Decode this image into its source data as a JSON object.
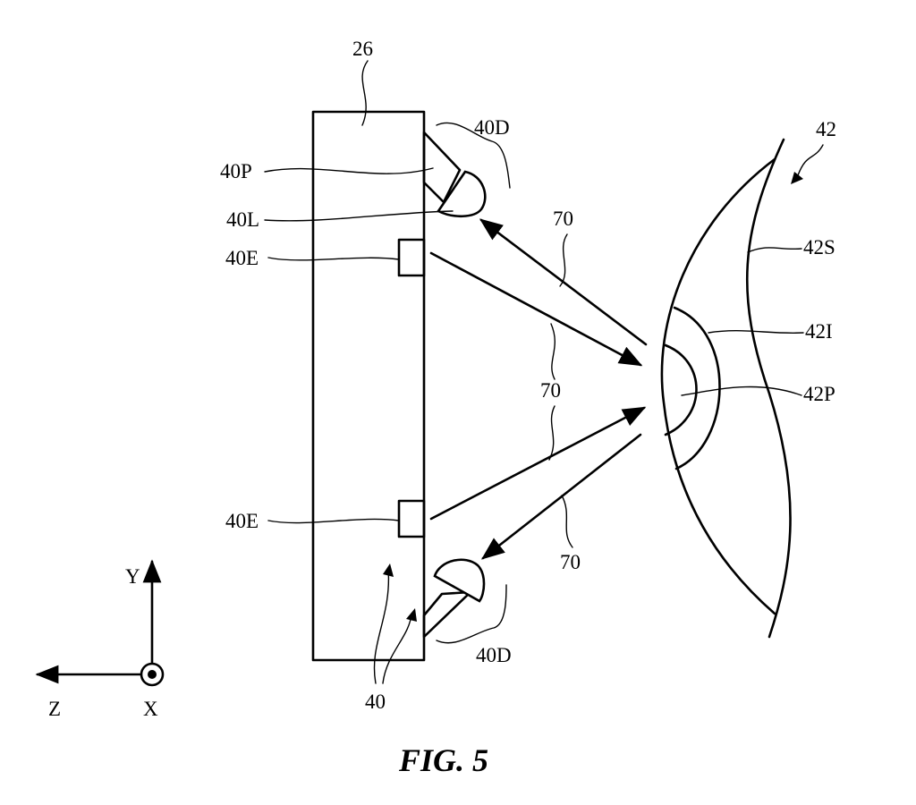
{
  "labels": {
    "housing": "26",
    "prism_top": "40P",
    "lens_top": "40L",
    "emitter_top": "40E",
    "detector_top": "40D",
    "emitter_bottom": "40E",
    "detector_bottom": "40D",
    "sensor_group": "40",
    "eye": "42",
    "sclera": "42S",
    "iris": "42I",
    "pupil": "42P",
    "ray_1": "70",
    "ray_2": "70",
    "ray_3": "70",
    "axis_y": "Y",
    "axis_z": "Z",
    "axis_x": "X"
  },
  "caption": "FIG. 5"
}
